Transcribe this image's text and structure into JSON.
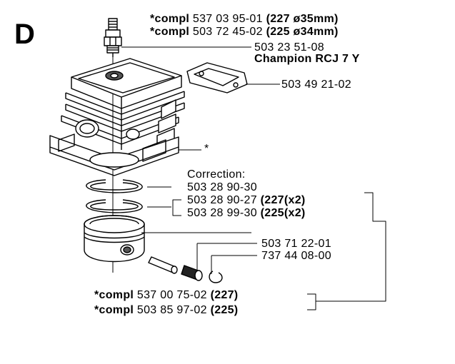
{
  "section": "D",
  "cylinder_kits": [
    {
      "prefix": "*compl",
      "number": "537 03 95-01",
      "spec": "(227  ø35mm)"
    },
    {
      "prefix": "*compl",
      "number": "503 72 45-02",
      "spec": "(225  ø34mm)"
    }
  ],
  "spark_plug": {
    "number": "503 23 51-08",
    "name": "Champion RCJ 7 Y"
  },
  "gasket": {
    "number": "503 49 21-02"
  },
  "cylinder_marker": "*",
  "correction": {
    "title": "Correction:",
    "number": "503 28 90-30"
  },
  "rings": [
    {
      "number": "503 28 90-27",
      "spec": "(227(x2)"
    },
    {
      "number": "503 28 99-30",
      "spec": "(225(x2)"
    }
  ],
  "bearing": {
    "number": "503 71 22-01"
  },
  "circlip": {
    "number": "737 44 08-00"
  },
  "piston_kits": [
    {
      "prefix": "*compl",
      "number": "537 00 75-02",
      "spec": "(227)"
    },
    {
      "prefix": "*compl",
      "number": "503 85 97-02",
      "spec": "(225)"
    }
  ]
}
